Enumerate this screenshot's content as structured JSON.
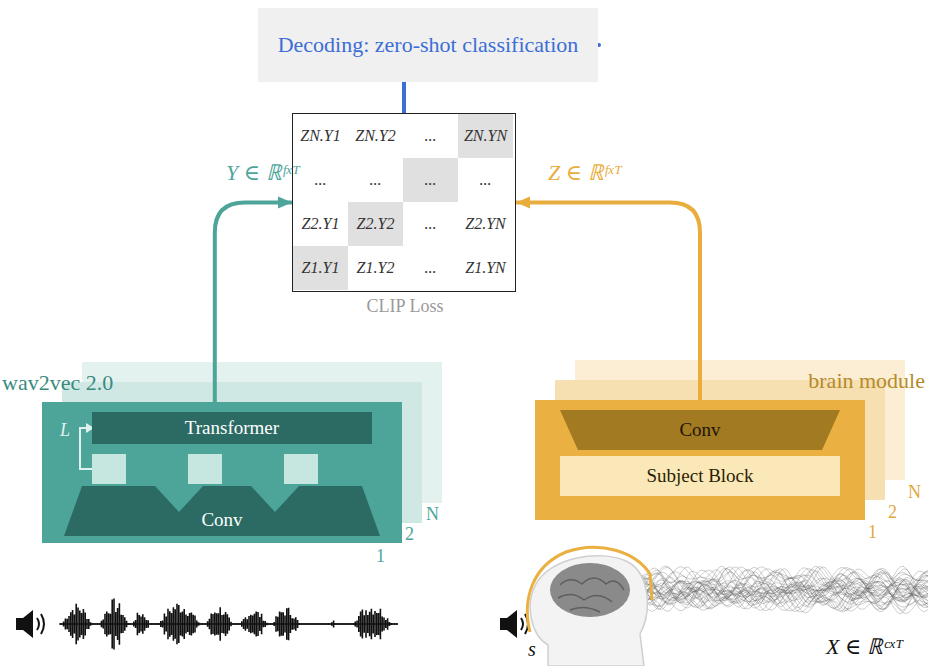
{
  "diagram": {
    "nodes": [
      {
        "text": [
          "Decoding: zero-shot classification"
        ]
      },
      {
        "text": [
          "CLIP Loss"
        ]
      },
      {
        "text": [
          "ZN.Y1"
        ],
        "in": 1
      },
      {
        "text": [
          "ZN.Y2"
        ],
        "in": 1
      },
      {
        "text": [
          "..."
        ],
        "in": 1
      },
      {
        "text": [
          "ZN.YN"
        ],
        "in": 1
      },
      {
        "text": [
          "..."
        ],
        "in": 1
      },
      {
        "text": [
          "..."
        ],
        "in": 1
      },
      {
        "text": [
          "..."
        ],
        "in": 1
      },
      {
        "text": [
          "..."
        ],
        "in": 1
      },
      {
        "text": [
          "Z2.Y1"
        ],
        "in": 1
      },
      {
        "text": [
          "Z2.Y2"
        ],
        "in": 1
      },
      {
        "text": [
          "..."
        ],
        "in": 1
      },
      {
        "text": [
          "Z2.YN"
        ],
        "in": 1
      },
      {
        "text": [
          "Z1.Y1"
        ],
        "in": 1
      },
      {
        "text": [
          "Z1.Y2"
        ],
        "in": 1
      },
      {
        "text": [
          "..."
        ],
        "in": 1
      },
      {
        "text": [
          "Z1.YN"
        ],
        "in": 1
      },
      {
        "text": [
          "wav2vec 2.0"
        ]
      },
      {
        "text": [
          "Transformer"
        ],
        "in": 18
      },
      {
        "text": [
          "Conv"
        ],
        "in": 18
      },
      {
        "text": [
          "brain module"
        ]
      },
      {
        "text": [
          "Conv"
        ],
        "in": 21
      },
      {
        "text": [
          "Subject Block"
        ],
        "in": 21
      }
    ],
    "edges": [
      {
        "from": 18,
        "to": 1,
        "label": "Y ∈ ℝᶠˣᵀ",
        "arrow": "to"
      },
      {
        "from": 21,
        "to": 1,
        "label": "Z ∈ ℝᶠˣᵀ",
        "arrow": "to"
      },
      {
        "from": 1,
        "to": 0,
        "arrow": "to"
      }
    ],
    "labels": [
      "L",
      "1",
      "2",
      "N",
      "1",
      "2",
      "N",
      "s",
      "X ∈ ℝᶜˣᵀ"
    ]
  }
}
